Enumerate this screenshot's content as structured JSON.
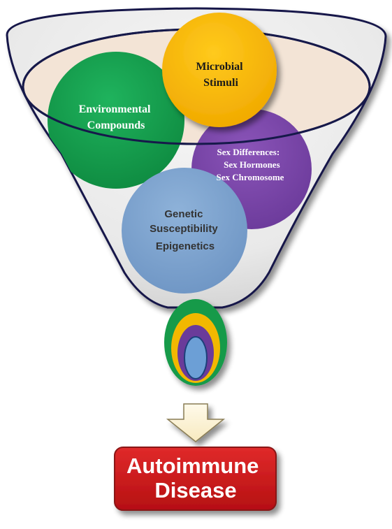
{
  "factors": {
    "microbial": {
      "lines": [
        "Microbial",
        "Stimuli"
      ],
      "color": "#f7b500",
      "text_color": "#1a1a1a"
    },
    "environmental": {
      "lines": [
        "Environmental",
        "Compounds"
      ],
      "color": "#129a49",
      "text_color": "#ffffff"
    },
    "sex": {
      "lines": [
        "Sex Differences:",
        "Sex Hormones",
        "Sex Chromosome"
      ],
      "color": "#7a45a8",
      "text_color": "#ffffff"
    },
    "genetic": {
      "lines": [
        "Genetic",
        "Susceptibility",
        "Epigenetics"
      ],
      "color": "#7ea4cf",
      "text_color": "#333333"
    }
  },
  "outcome": {
    "lines": [
      "Autoimmune",
      "Disease"
    ],
    "color": "#d11a1a",
    "text_color": "#ffffff"
  },
  "colors": {
    "funnel_outline": "#16194a",
    "funnel_fill": "#eeeeee",
    "rim_fill": "#f3e4d6",
    "arrow_fill": "#fdf4d8",
    "arrow_stroke": "#8a7d54"
  }
}
